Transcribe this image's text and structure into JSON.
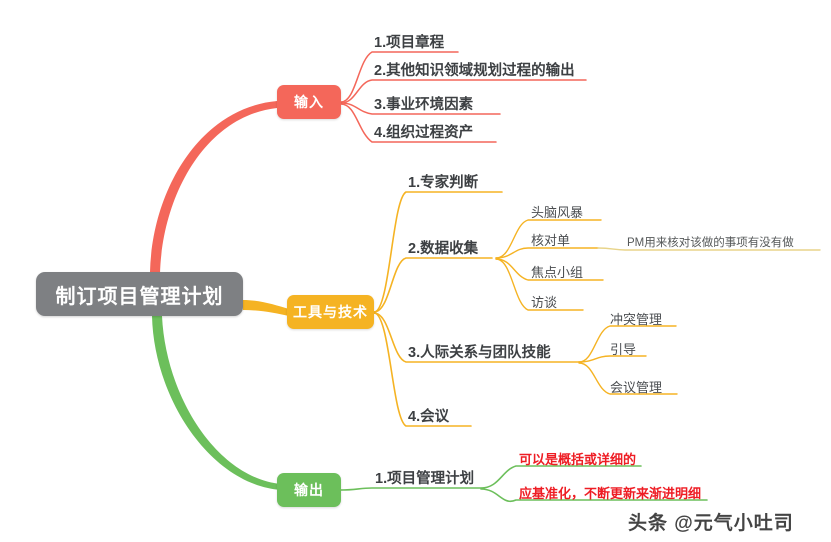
{
  "colors": {
    "root": "#7e8083",
    "input": "#f4675a",
    "tools": "#f5b323",
    "output": "#6cbf5b",
    "danger_text": "#ee1d24",
    "leaf_text": "#3d4043",
    "background": "#ffffff"
  },
  "root": {
    "label": "制订项目管理计划"
  },
  "branches": {
    "input": {
      "label": "输入",
      "color": "#f4675a",
      "children": [
        {
          "label": "1.项目章程"
        },
        {
          "label": "2.其他知识领域规划过程的输出"
        },
        {
          "label": "3.事业环境因素"
        },
        {
          "label": "4.组织过程资产"
        }
      ]
    },
    "tools": {
      "label": "工具与技术",
      "color": "#f5b323",
      "children": [
        {
          "label": "1.专家判断",
          "children": []
        },
        {
          "label": "2.数据收集",
          "children": [
            {
              "label": "头脑风暴"
            },
            {
              "label": "核对单",
              "note": "PM用来核对该做的事项有没有做"
            },
            {
              "label": "焦点小组"
            },
            {
              "label": "访谈"
            }
          ]
        },
        {
          "label": "3.人际关系与团队技能",
          "children": [
            {
              "label": "冲突管理"
            },
            {
              "label": "引导"
            },
            {
              "label": "会议管理"
            }
          ]
        },
        {
          "label": "4.会议",
          "children": []
        }
      ]
    },
    "output": {
      "label": "输出",
      "color": "#6cbf5b",
      "children": [
        {
          "label": "1.项目管理计划",
          "children": [
            {
              "label": "可以是概括或详细的"
            },
            {
              "label": "应基准化，不断更新来渐进明细"
            }
          ]
        }
      ]
    }
  },
  "watermark": {
    "label": "头条 @元气小吐司"
  }
}
